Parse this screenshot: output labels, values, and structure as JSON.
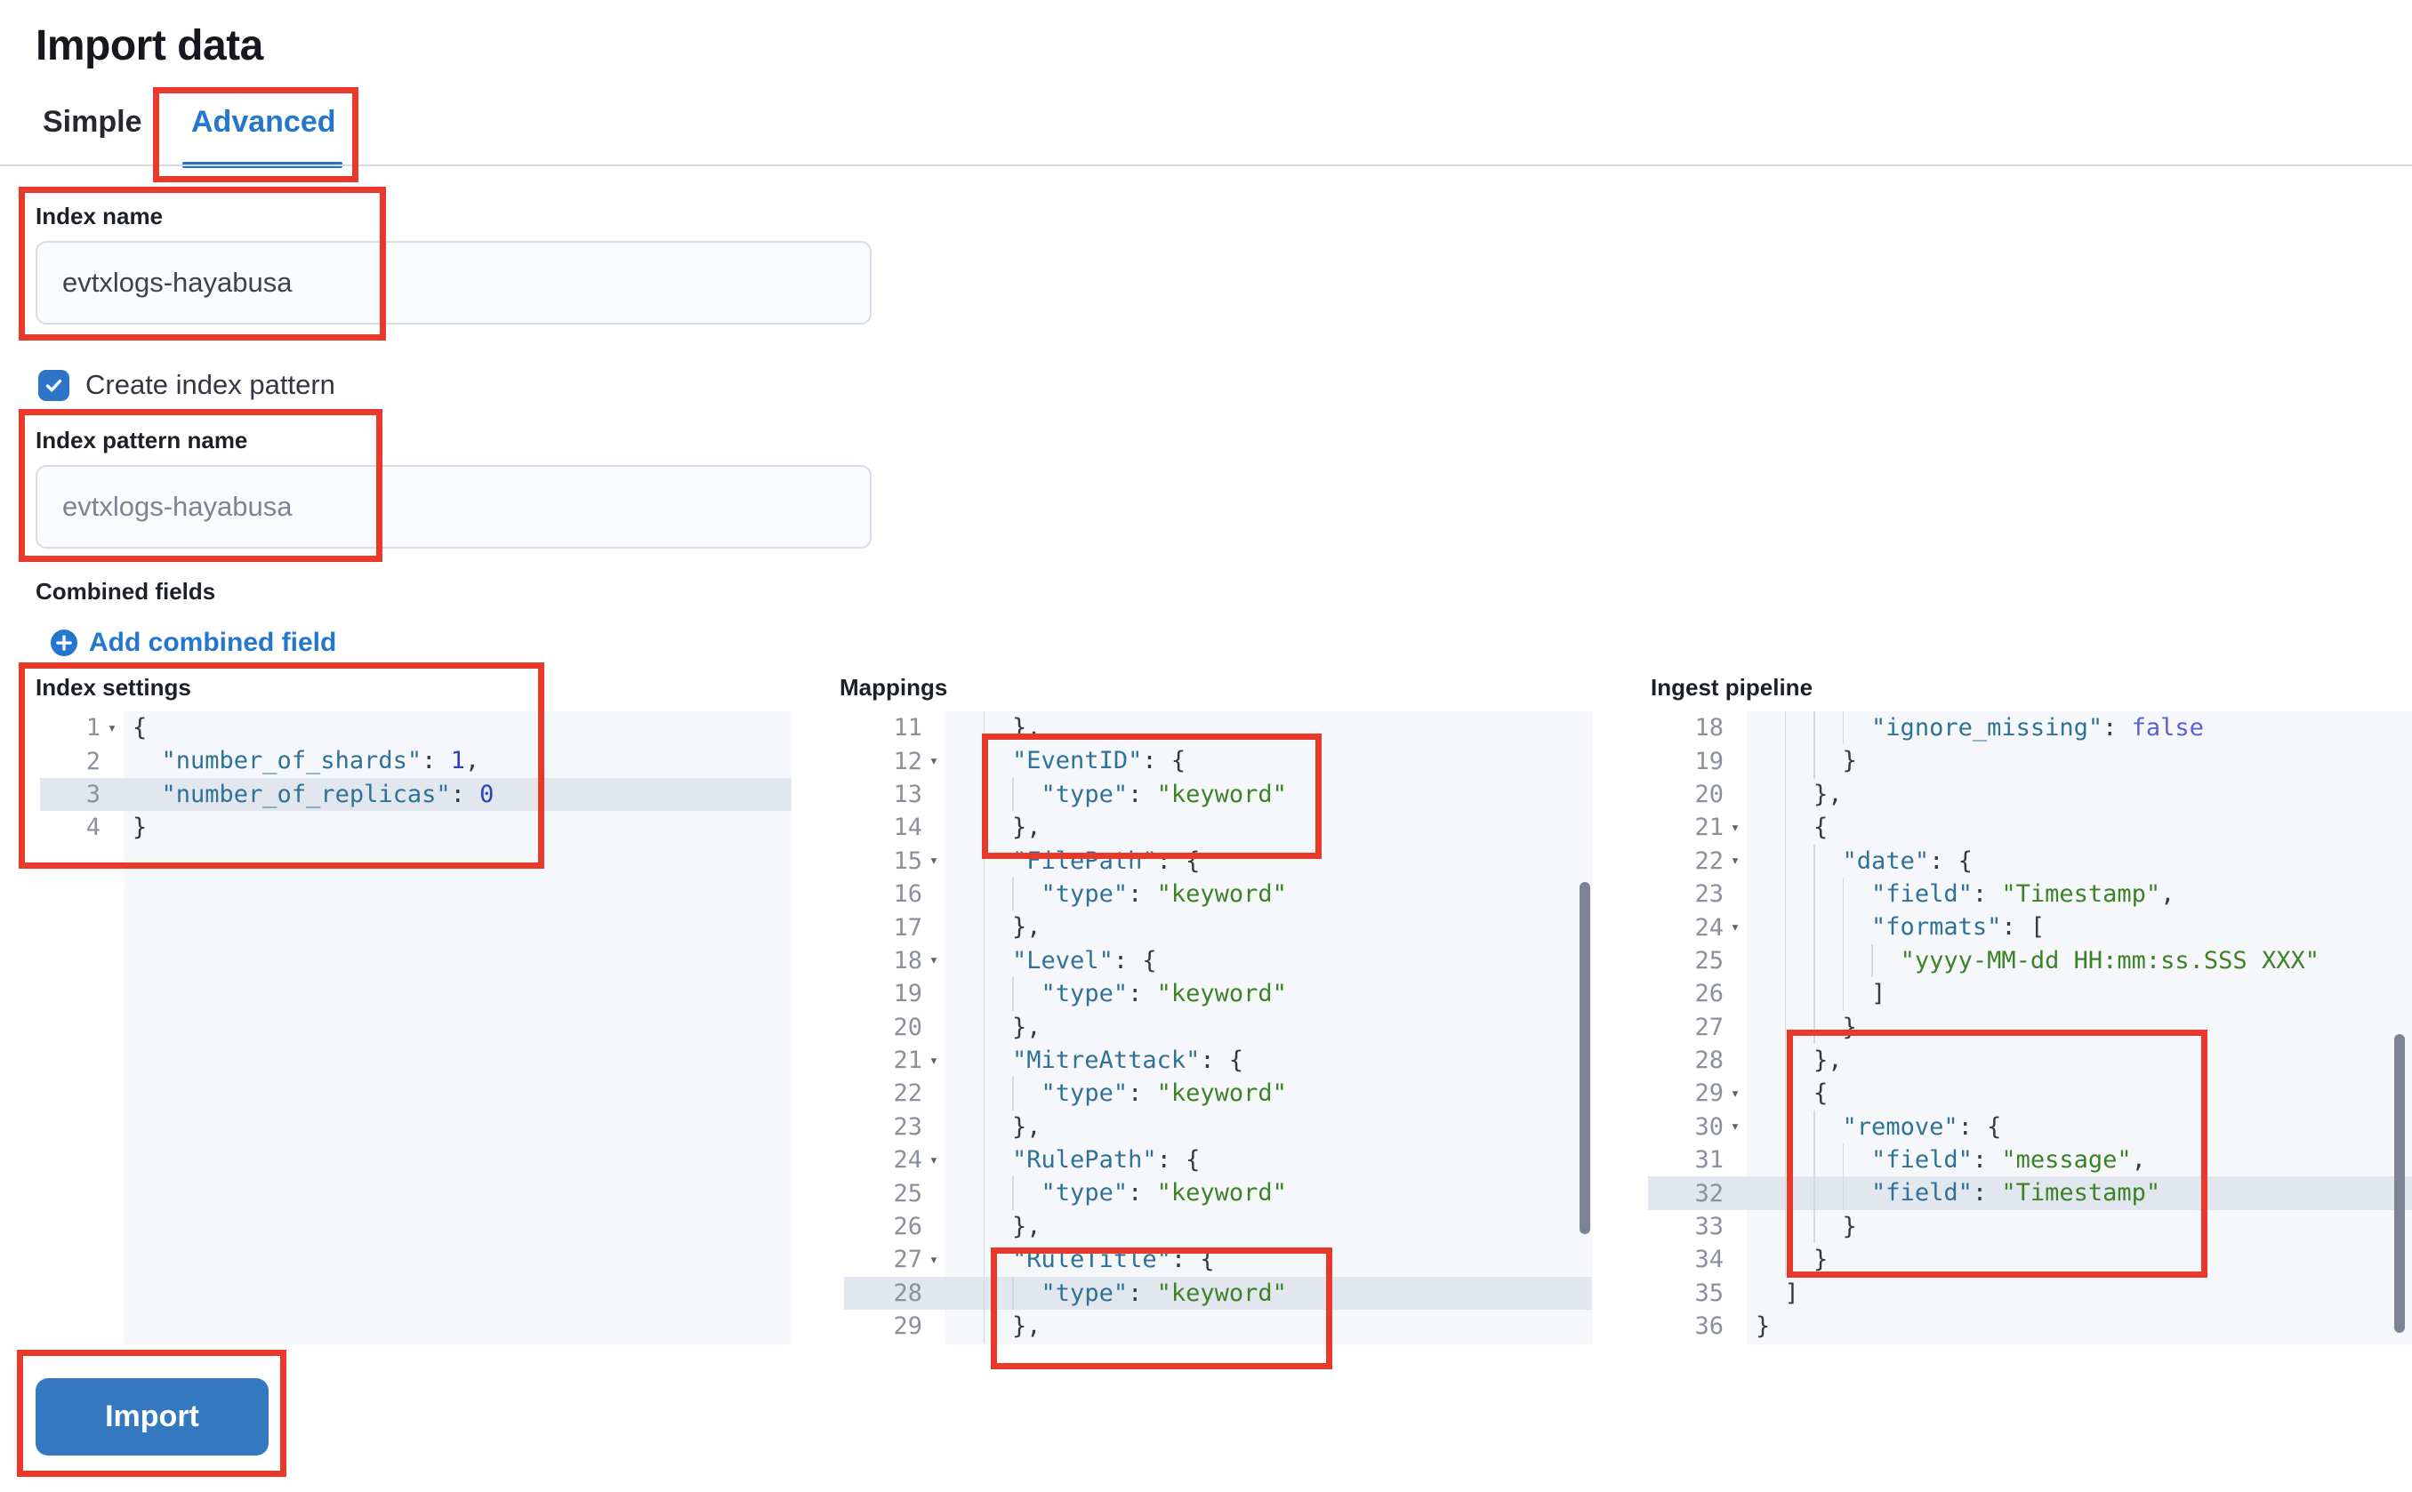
{
  "page": {
    "title": "Import data"
  },
  "tabs": [
    {
      "label": "Simple",
      "active": false
    },
    {
      "label": "Advanced",
      "active": true
    }
  ],
  "form": {
    "index_name_label": "Index name",
    "index_name_value": "evtxlogs-hayabusa",
    "create_index_pattern_label": "Create index pattern",
    "create_index_pattern_checked": true,
    "index_pattern_label": "Index pattern name",
    "index_pattern_placeholder": "evtxlogs-hayabusa",
    "combined_fields_label": "Combined fields",
    "add_combined_field_label": "Add combined field"
  },
  "icons": {
    "add_combined_field": "plus-in-circle",
    "checkbox": "checkmark",
    "fold": "caret-down"
  },
  "import_button_label": "Import",
  "colors": {
    "annotation_red": "#e8392a",
    "link_blue": "#2477cd",
    "tab_underline": "#2b72c6",
    "import_button": "#3478c0",
    "checkbox_blue": "#2e74c8",
    "editor_background": "#f5f7fa",
    "active_line": "#e2e6ee",
    "token_key": "#2e7296",
    "token_string": "#3c8227",
    "token_number": "#2b46b0",
    "token_boolean": "#5a5fd8"
  },
  "editors": [
    {
      "id": "index-settings",
      "label": "Index settings",
      "lines": [
        {
          "n": 1,
          "fold": true,
          "indent": 0,
          "tokens": [
            [
              "p",
              "{"
            ]
          ]
        },
        {
          "n": 2,
          "fold": false,
          "indent": 2,
          "tokens": [
            [
              "k",
              "\"number_of_shards\""
            ],
            [
              "p",
              ": "
            ],
            [
              "n",
              "1"
            ],
            [
              "p",
              ","
            ]
          ]
        },
        {
          "n": 3,
          "fold": false,
          "indent": 2,
          "hl": true,
          "tokens": [
            [
              "k",
              "\"number_of_replicas\""
            ],
            [
              "p",
              ": "
            ],
            [
              "n",
              "0"
            ]
          ]
        },
        {
          "n": 4,
          "fold": false,
          "indent": 0,
          "tokens": [
            [
              "p",
              "}"
            ]
          ]
        }
      ]
    },
    {
      "id": "mappings",
      "label": "Mappings",
      "lines": [
        {
          "n": 11,
          "fold": false,
          "indent": 4,
          "tokens": [
            [
              "p",
              "},"
            ]
          ]
        },
        {
          "n": 12,
          "fold": true,
          "indent": 4,
          "tokens": [
            [
              "k",
              "\"EventID\""
            ],
            [
              "p",
              ": {"
            ]
          ]
        },
        {
          "n": 13,
          "fold": false,
          "indent": 6,
          "tokens": [
            [
              "k",
              "\"type\""
            ],
            [
              "p",
              ": "
            ],
            [
              "s",
              "\"keyword\""
            ]
          ]
        },
        {
          "n": 14,
          "fold": false,
          "indent": 4,
          "tokens": [
            [
              "p",
              "},"
            ]
          ]
        },
        {
          "n": 15,
          "fold": true,
          "indent": 4,
          "tokens": [
            [
              "k",
              "\"FilePath\""
            ],
            [
              "p",
              ": {"
            ]
          ]
        },
        {
          "n": 16,
          "fold": false,
          "indent": 6,
          "tokens": [
            [
              "k",
              "\"type\""
            ],
            [
              "p",
              ": "
            ],
            [
              "s",
              "\"keyword\""
            ]
          ]
        },
        {
          "n": 17,
          "fold": false,
          "indent": 4,
          "tokens": [
            [
              "p",
              "},"
            ]
          ]
        },
        {
          "n": 18,
          "fold": true,
          "indent": 4,
          "tokens": [
            [
              "k",
              "\"Level\""
            ],
            [
              "p",
              ": {"
            ]
          ]
        },
        {
          "n": 19,
          "fold": false,
          "indent": 6,
          "tokens": [
            [
              "k",
              "\"type\""
            ],
            [
              "p",
              ": "
            ],
            [
              "s",
              "\"keyword\""
            ]
          ]
        },
        {
          "n": 20,
          "fold": false,
          "indent": 4,
          "tokens": [
            [
              "p",
              "},"
            ]
          ]
        },
        {
          "n": 21,
          "fold": true,
          "indent": 4,
          "tokens": [
            [
              "k",
              "\"MitreAttack\""
            ],
            [
              "p",
              ": {"
            ]
          ]
        },
        {
          "n": 22,
          "fold": false,
          "indent": 6,
          "tokens": [
            [
              "k",
              "\"type\""
            ],
            [
              "p",
              ": "
            ],
            [
              "s",
              "\"keyword\""
            ]
          ]
        },
        {
          "n": 23,
          "fold": false,
          "indent": 4,
          "tokens": [
            [
              "p",
              "},"
            ]
          ]
        },
        {
          "n": 24,
          "fold": true,
          "indent": 4,
          "tokens": [
            [
              "k",
              "\"RulePath\""
            ],
            [
              "p",
              ": {"
            ]
          ]
        },
        {
          "n": 25,
          "fold": false,
          "indent": 6,
          "tokens": [
            [
              "k",
              "\"type\""
            ],
            [
              "p",
              ": "
            ],
            [
              "s",
              "\"keyword\""
            ]
          ]
        },
        {
          "n": 26,
          "fold": false,
          "indent": 4,
          "tokens": [
            [
              "p",
              "},"
            ]
          ]
        },
        {
          "n": 27,
          "fold": true,
          "indent": 4,
          "tokens": [
            [
              "k",
              "\"RuleTitle\""
            ],
            [
              "p",
              ": {"
            ]
          ]
        },
        {
          "n": 28,
          "fold": false,
          "indent": 6,
          "hl": true,
          "tokens": [
            [
              "k",
              "\"type\""
            ],
            [
              "p",
              ": "
            ],
            [
              "s",
              "\"keyword\""
            ]
          ]
        },
        {
          "n": 29,
          "fold": false,
          "indent": 4,
          "tokens": [
            [
              "p",
              "},"
            ]
          ]
        }
      ]
    },
    {
      "id": "ingest-pipeline",
      "label": "Ingest pipeline",
      "lines": [
        {
          "n": 18,
          "fold": false,
          "indent": 8,
          "tokens": [
            [
              "k",
              "\"ignore_missing\""
            ],
            [
              "p",
              ": "
            ],
            [
              "b",
              "false"
            ]
          ]
        },
        {
          "n": 19,
          "fold": false,
          "indent": 6,
          "tokens": [
            [
              "p",
              "}"
            ]
          ]
        },
        {
          "n": 20,
          "fold": false,
          "indent": 4,
          "tokens": [
            [
              "p",
              "},"
            ]
          ]
        },
        {
          "n": 21,
          "fold": true,
          "indent": 4,
          "tokens": [
            [
              "p",
              "{"
            ]
          ]
        },
        {
          "n": 22,
          "fold": true,
          "indent": 6,
          "tokens": [
            [
              "k",
              "\"date\""
            ],
            [
              "p",
              ": {"
            ]
          ]
        },
        {
          "n": 23,
          "fold": false,
          "indent": 8,
          "tokens": [
            [
              "k",
              "\"field\""
            ],
            [
              "p",
              ": "
            ],
            [
              "s",
              "\"Timestamp\""
            ],
            [
              "p",
              ","
            ]
          ]
        },
        {
          "n": 24,
          "fold": true,
          "indent": 8,
          "tokens": [
            [
              "k",
              "\"formats\""
            ],
            [
              "p",
              ": ["
            ]
          ]
        },
        {
          "n": 25,
          "fold": false,
          "indent": 10,
          "tokens": [
            [
              "s",
              "\"yyyy-MM-dd HH:mm:ss.SSS XXX\""
            ]
          ]
        },
        {
          "n": 26,
          "fold": false,
          "indent": 8,
          "tokens": [
            [
              "p",
              "]"
            ]
          ]
        },
        {
          "n": 27,
          "fold": false,
          "indent": 6,
          "tokens": [
            [
              "p",
              "}"
            ]
          ]
        },
        {
          "n": 28,
          "fold": false,
          "indent": 4,
          "tokens": [
            [
              "p",
              "},"
            ]
          ]
        },
        {
          "n": 29,
          "fold": true,
          "indent": 4,
          "tokens": [
            [
              "p",
              "{"
            ]
          ]
        },
        {
          "n": 30,
          "fold": true,
          "indent": 6,
          "tokens": [
            [
              "k",
              "\"remove\""
            ],
            [
              "p",
              ": {"
            ]
          ]
        },
        {
          "n": 31,
          "fold": false,
          "indent": 8,
          "tokens": [
            [
              "k",
              "\"field\""
            ],
            [
              "p",
              ": "
            ],
            [
              "s",
              "\"message\""
            ],
            [
              "p",
              ","
            ]
          ]
        },
        {
          "n": 32,
          "fold": false,
          "indent": 8,
          "hl": true,
          "tokens": [
            [
              "k",
              "\"field\""
            ],
            [
              "p",
              ": "
            ],
            [
              "s",
              "\"Timestamp\""
            ]
          ]
        },
        {
          "n": 33,
          "fold": false,
          "indent": 6,
          "tokens": [
            [
              "p",
              "}"
            ]
          ]
        },
        {
          "n": 34,
          "fold": false,
          "indent": 4,
          "tokens": [
            [
              "p",
              "}"
            ]
          ]
        },
        {
          "n": 35,
          "fold": false,
          "indent": 2,
          "tokens": [
            [
              "p",
              "]"
            ]
          ]
        },
        {
          "n": 36,
          "fold": false,
          "indent": 0,
          "tokens": [
            [
              "p",
              "}"
            ]
          ]
        }
      ]
    }
  ]
}
